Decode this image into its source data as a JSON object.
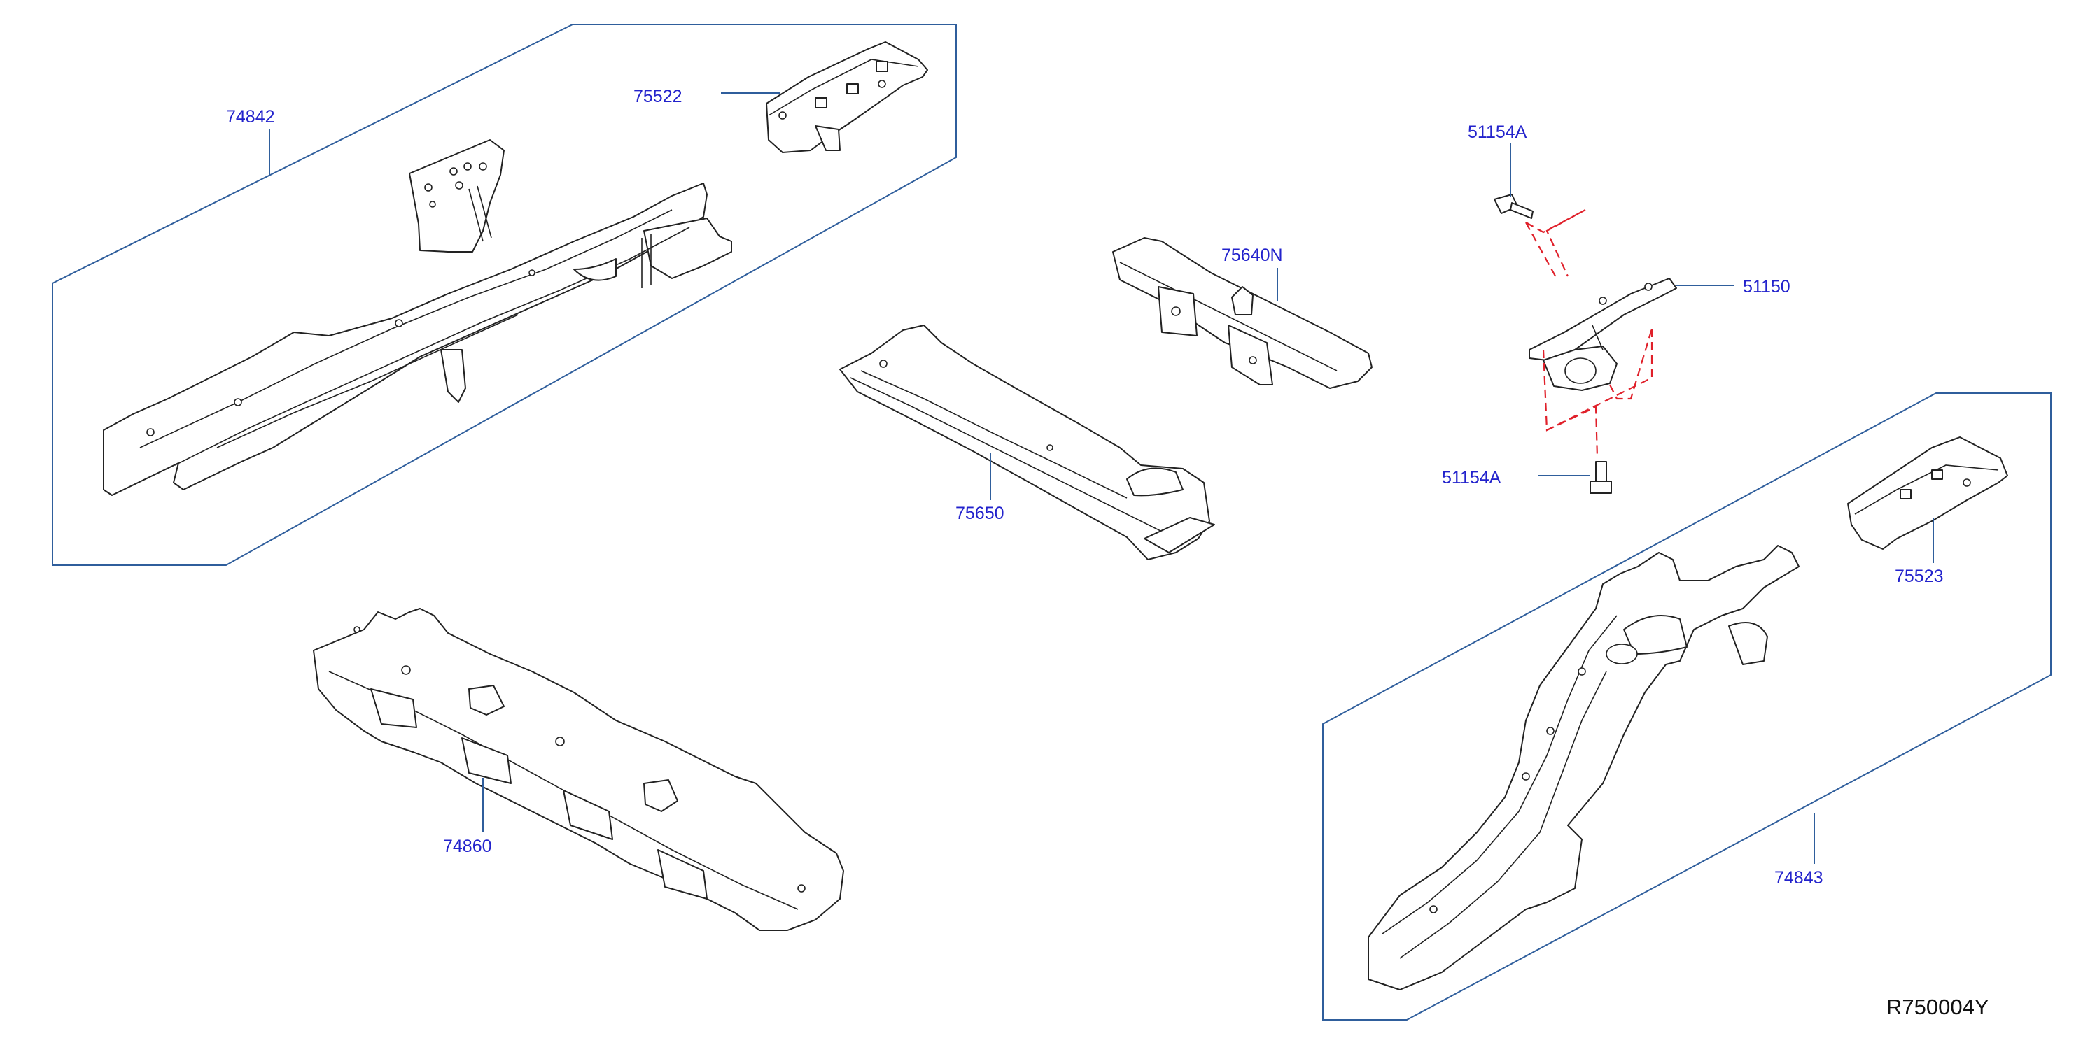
{
  "labels": {
    "p74842": "74842",
    "p75522": "75522",
    "p75640N": "75640N",
    "p75650": "75650",
    "p51154A_top": "51154A",
    "p51150": "51150",
    "p51154A_bottom": "51154A",
    "p75523": "75523",
    "p74843": "74843",
    "p74860": "74860"
  },
  "diagram_ref": "R750004Y",
  "colors": {
    "label": "#2222cc",
    "frame": "#2f5e9c",
    "assembly_dash": "#e0202a",
    "linework": "#222222"
  }
}
